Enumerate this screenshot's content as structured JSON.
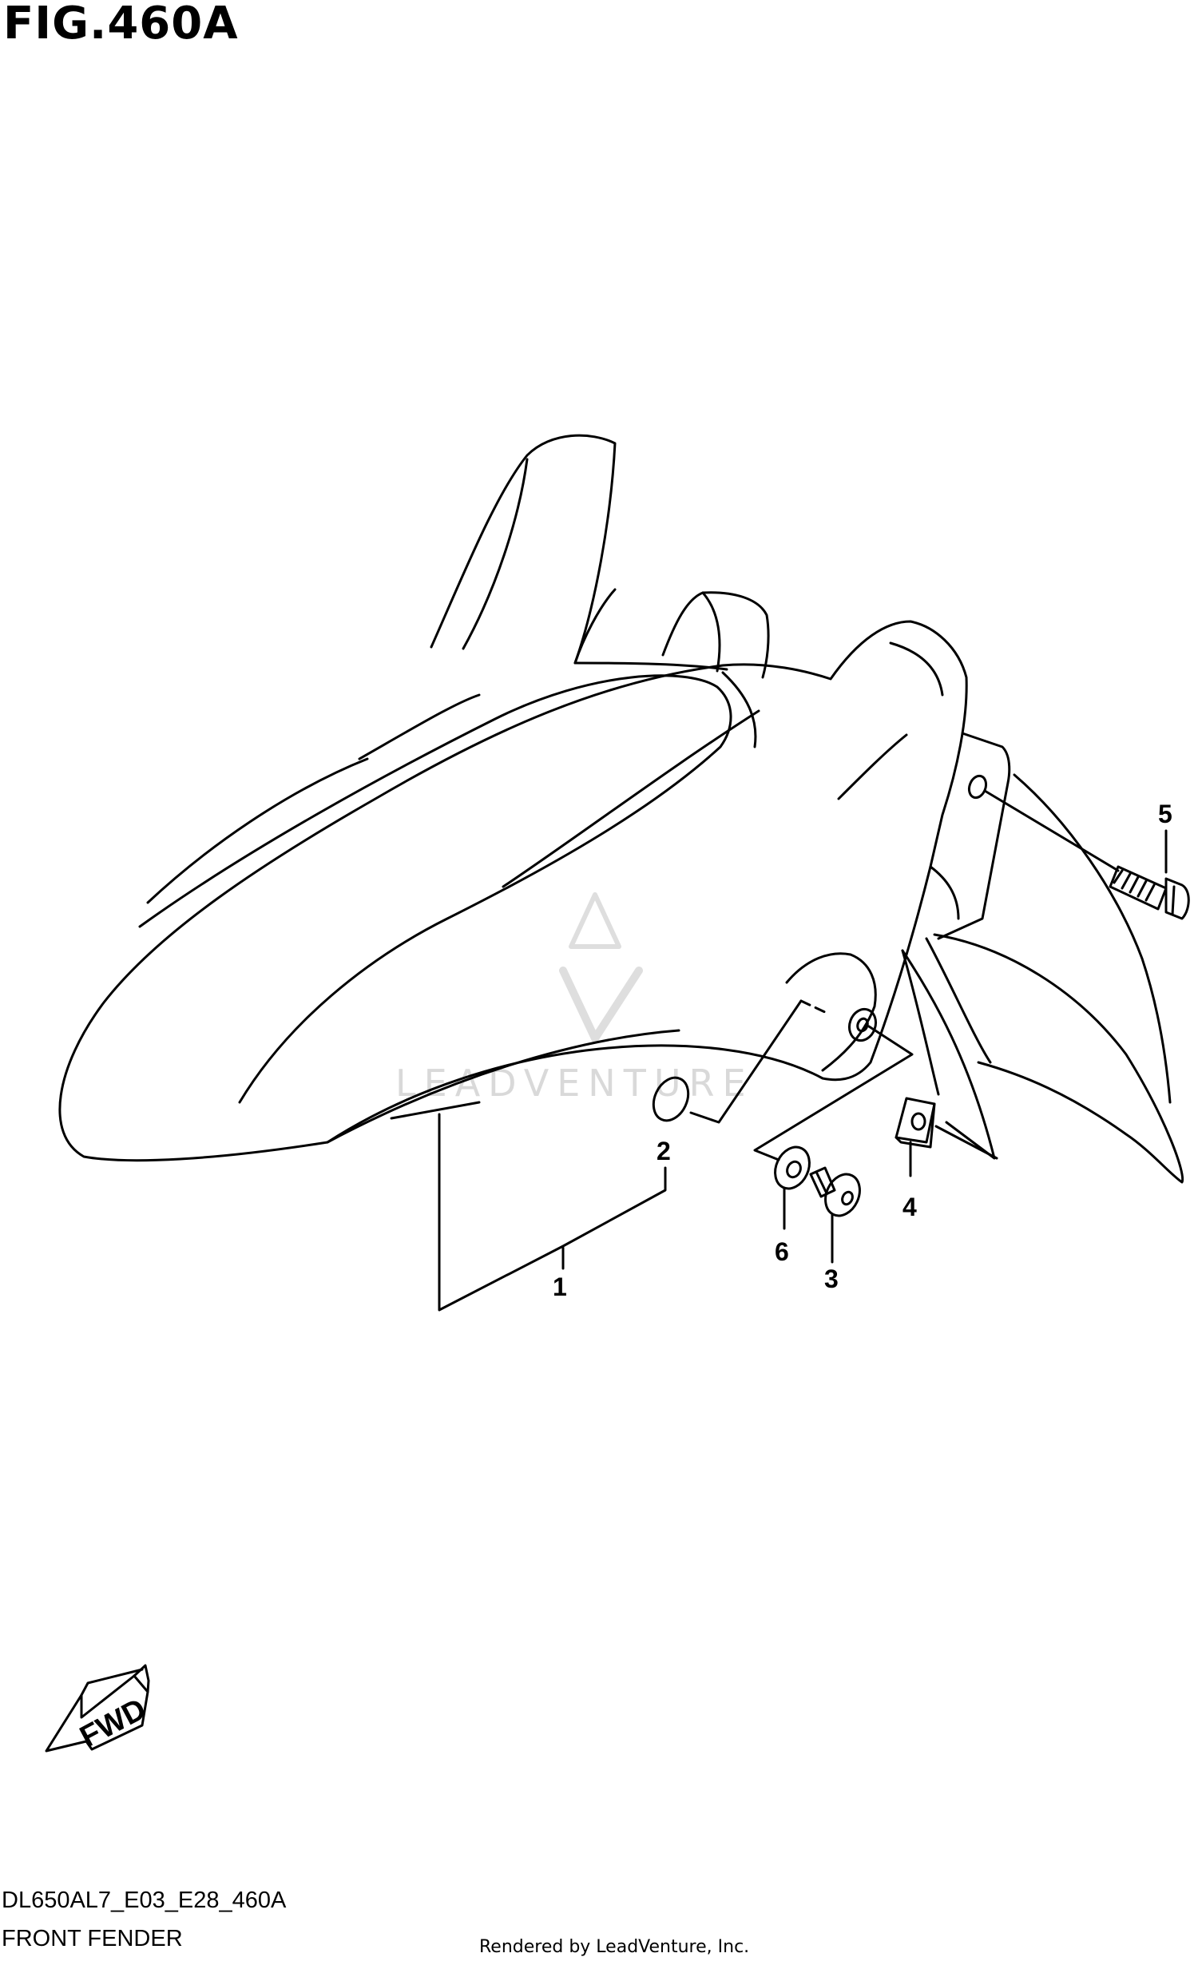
{
  "figure": {
    "title": "FIG.460A",
    "diagram_code": "DL650AL7_E03_E28_460A",
    "diagram_name": "FRONT FENDER",
    "credit": "Rendered by LeadVenture, Inc.",
    "watermark_text": "LEADVENTURE",
    "direction_label": "FWD"
  },
  "callouts": [
    {
      "id": "1",
      "label": "1"
    },
    {
      "id": "2",
      "label": "2"
    },
    {
      "id": "3",
      "label": "3"
    },
    {
      "id": "4",
      "label": "4"
    },
    {
      "id": "5",
      "label": "5"
    },
    {
      "id": "6",
      "label": "6"
    }
  ],
  "colors": {
    "line": "#000000",
    "background": "#ffffff",
    "watermark": "#d9d9d9"
  }
}
